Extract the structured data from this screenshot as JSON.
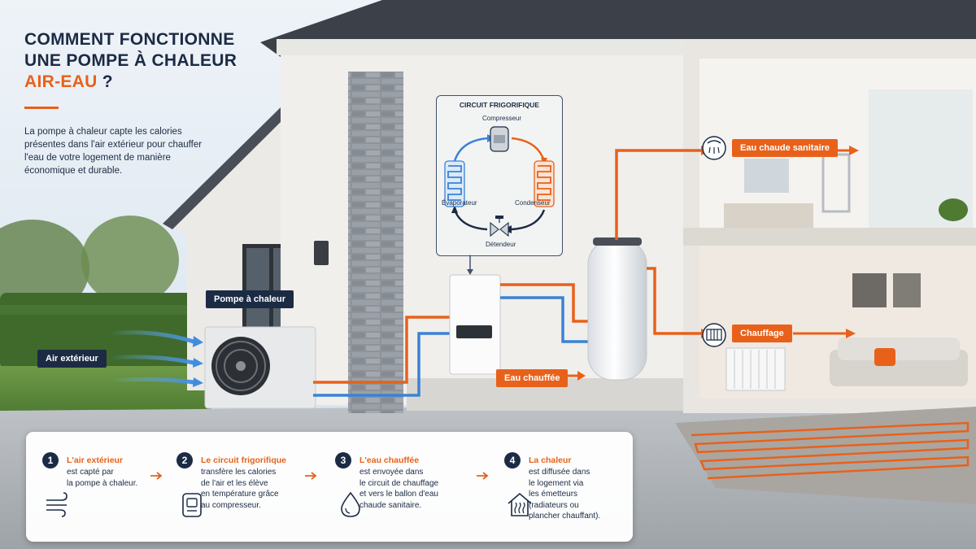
{
  "title": {
    "line1": "COMMENT FONCTIONNE",
    "line2": "UNE POMPE À CHALEUR",
    "line3": "AIR-EAU",
    "line3_suffix": " ?"
  },
  "intro": "La pompe à chaleur capte les calories présentes dans l'air extérieur pour chauffer l'eau de votre logement de manière économique et durable.",
  "labels": {
    "heat_pump": "Pompe à chaleur",
    "outside_air": "Air extérieur",
    "hot_water_output": "Eau chauffée",
    "domestic_hot_water": "Eau chaude sanitaire",
    "heating": "Chauffage"
  },
  "circuit": {
    "title": "CIRCUIT FRIGORIFIQUE",
    "compressor": "Compresseur",
    "evaporator": "Évaporateur",
    "condenser": "Condenseur",
    "expansion_valve": "Détendeur"
  },
  "steps": [
    {
      "number": "1",
      "heading": "L'air extérieur",
      "body": "est capté par\nla pompe à chaleur.",
      "icon": "wind-icon"
    },
    {
      "number": "2",
      "heading": "Le circuit frigorifique",
      "body": "transfère les calories\nde l'air et les élève\nen température grâce\nau compresseur.",
      "icon": "compressor-icon"
    },
    {
      "number": "3",
      "heading": "L'eau chauffée",
      "body": "est envoyée dans\nle circuit de chauffage\net vers le ballon d'eau\nchaude sanitaire.",
      "icon": "water-drop-icon"
    },
    {
      "number": "4",
      "heading": "La chaleur",
      "body": "est diffusée dans\nle logement via\nles émetteurs\n(radiateurs ou\nplancher chauffant).",
      "icon": "house-heat-icon"
    }
  ],
  "colors": {
    "accent": "#e8611a",
    "navy": "#1c2b44",
    "cold": "#3b82d6",
    "hot": "#e8611a"
  }
}
